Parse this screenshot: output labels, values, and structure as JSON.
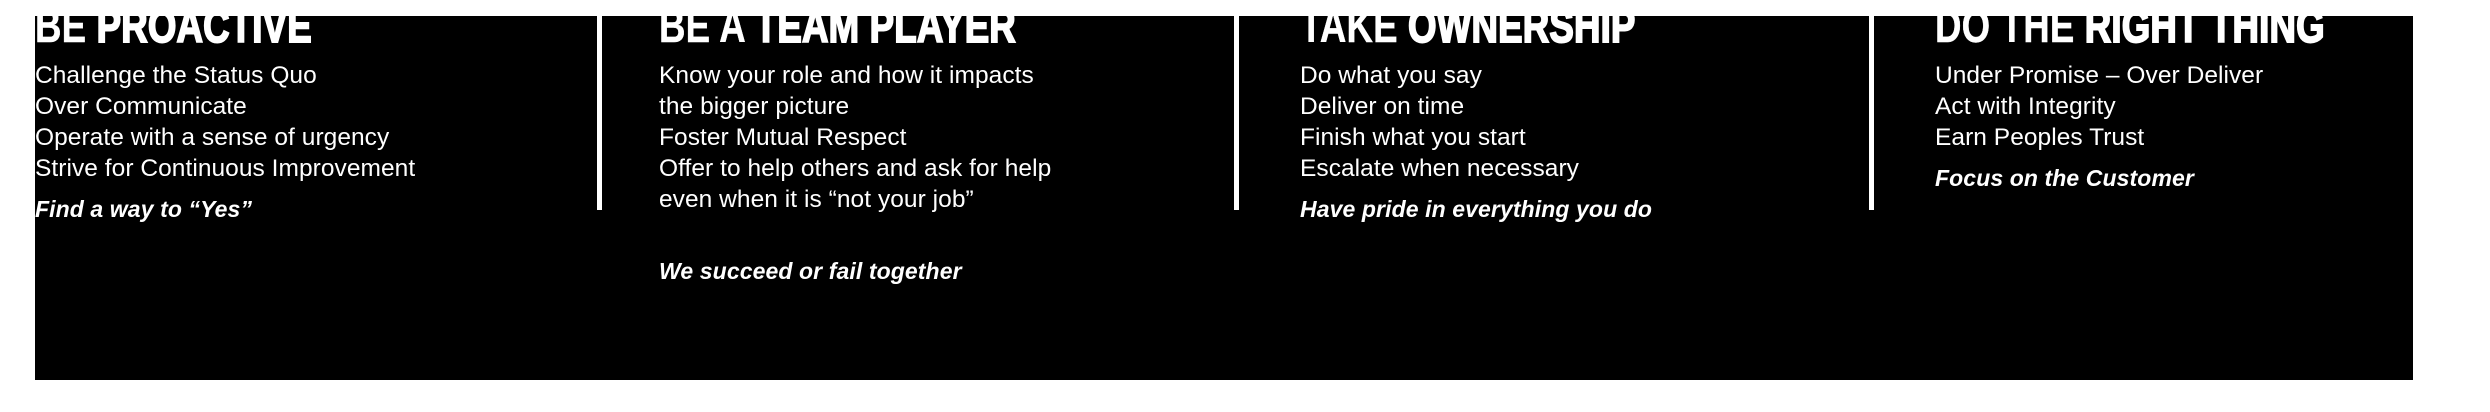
{
  "board": {
    "background_color": "#000000",
    "text_color": "#ffffff",
    "page_background_color": "#ffffff"
  },
  "columns": [
    {
      "heading_light": "BE ",
      "heading_bold": "PROACTIVE",
      "heading_full": "BE PROACTIVE",
      "lines": [
        "Challenge the Status Quo",
        "Over Communicate",
        "Operate with a sense of urgency",
        "Strive for Continuous Improvement"
      ],
      "tagline": "Find a way to “Yes”"
    },
    {
      "heading_light": "BE A ",
      "heading_bold": "TEAM PLAYER",
      "heading_full": "BE A TEAM PLAYER",
      "lines": [
        "Know your role and how it impacts",
        "the bigger picture",
        "Foster Mutual Respect",
        "Offer to help others and ask for help",
        "even when it is “not your job”"
      ],
      "tagline": "We succeed or fail together"
    },
    {
      "heading_light": "TAKE ",
      "heading_bold": "OWNERSHIP",
      "heading_full": "TAKE OWNERSHIP",
      "lines": [
        "Do what you say",
        "Deliver on time",
        "Finish what you start",
        "Escalate when necessary"
      ],
      "tagline": "Have pride in everything you do"
    },
    {
      "heading_light": "DO THE ",
      "heading_bold": "RIGHT THING",
      "heading_full": "DO THE RIGHT THING",
      "lines": [
        "Under Promise – Over Deliver",
        "Act with Integrity",
        "Earn Peoples Trust"
      ],
      "tagline": "Focus on the Customer"
    }
  ]
}
